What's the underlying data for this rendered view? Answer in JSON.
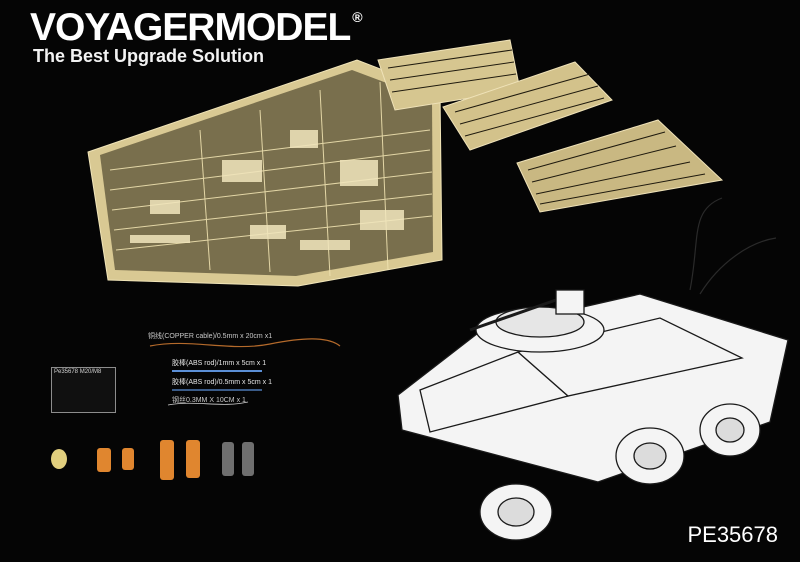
{
  "header": {
    "brand_part1": "VOYAGER",
    "brand_part2": "MODEL",
    "registered_mark": "®",
    "tagline": "The Best Upgrade Solution"
  },
  "labels": {
    "copper_cable": "铜线(COPPER cable)/0.5mm x 20cm x1",
    "abs_rod_1mm": "胶棒(ABS rod)/1mm x 5cm x 1",
    "abs_rod_05mm": "胶棒(ABS rod)/0.5mm x 5cm x 1",
    "steel_wire": "钢丝0.3MM X 10CM x 1",
    "product_tag": "Pe35678 M20/M8"
  },
  "product_code": "PE35678",
  "colors": {
    "background": "#050505",
    "brass": "#e9dba6",
    "brass_dark": "#b8a56a",
    "resin_orange": "#e0862f",
    "resin_grey": "#6f6f6f",
    "wire_blue": "#5b8fd6",
    "model_white": "#f4f4f4",
    "model_line": "#1a1a1a",
    "copper": "#b46a2b"
  }
}
